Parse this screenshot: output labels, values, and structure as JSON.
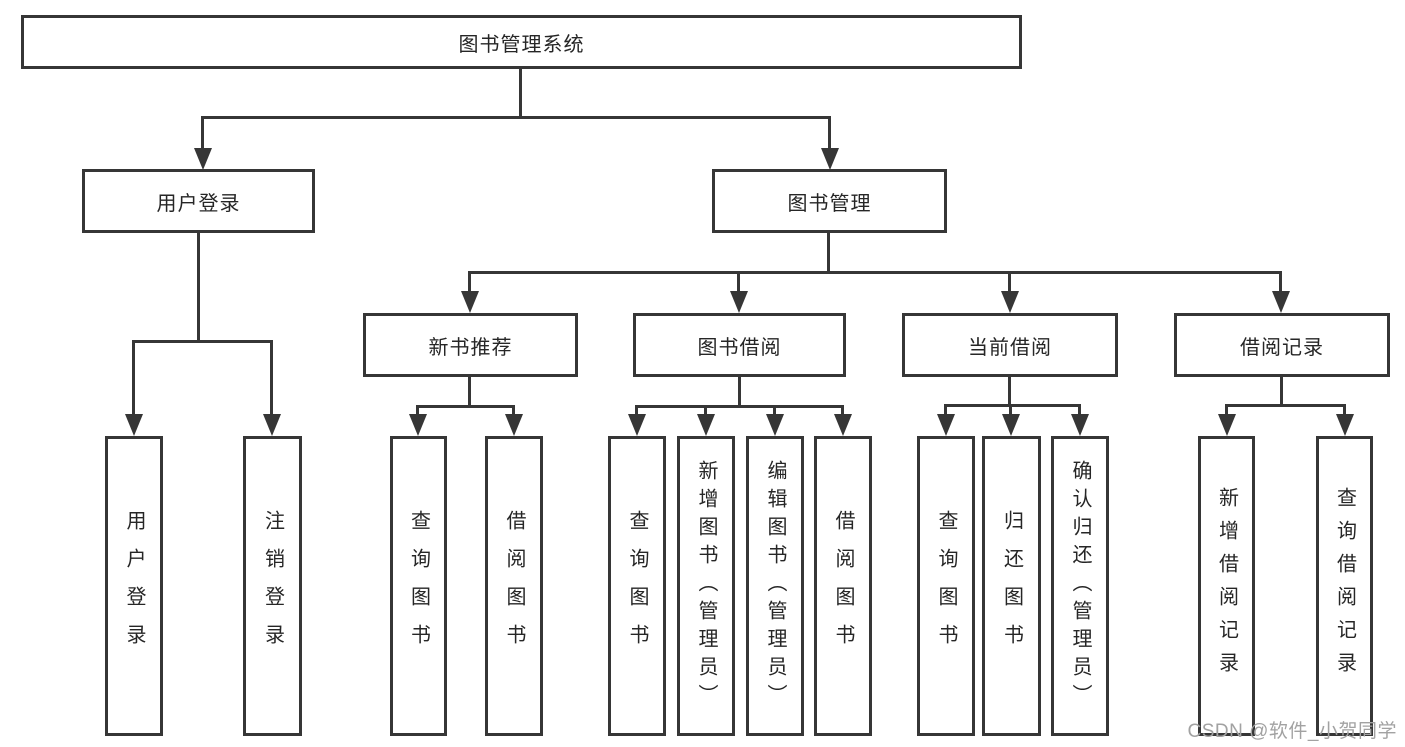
{
  "diagram": {
    "root": {
      "label": "图书管理系统"
    },
    "branches": [
      {
        "label": "用户登录",
        "children": [
          {
            "label": "用户登录"
          },
          {
            "label": "注销登录"
          }
        ]
      },
      {
        "label": "图书管理",
        "sections": [
          {
            "label": "新书推荐",
            "children": [
              {
                "label": "查询图书"
              },
              {
                "label": "借阅图书"
              }
            ]
          },
          {
            "label": "图书借阅",
            "children": [
              {
                "label": "查询图书"
              },
              {
                "label": "新增图书（管理员）"
              },
              {
                "label": "编辑图书（管理员）"
              },
              {
                "label": "借阅图书"
              }
            ]
          },
          {
            "label": "当前借阅",
            "children": [
              {
                "label": "查询图书"
              },
              {
                "label": "归还图书"
              },
              {
                "label": "确认归还（管理员）"
              }
            ]
          },
          {
            "label": "借阅记录",
            "children": [
              {
                "label": "新增借阅记录"
              },
              {
                "label": "查询借阅记录"
              }
            ]
          }
        ]
      }
    ]
  },
  "watermark": {
    "text": "CSDN @软件_小贺同学"
  },
  "colors": {
    "line": "#363636",
    "text": "#262626",
    "watermark": "#a2a2a2",
    "background": "#ffffff"
  }
}
